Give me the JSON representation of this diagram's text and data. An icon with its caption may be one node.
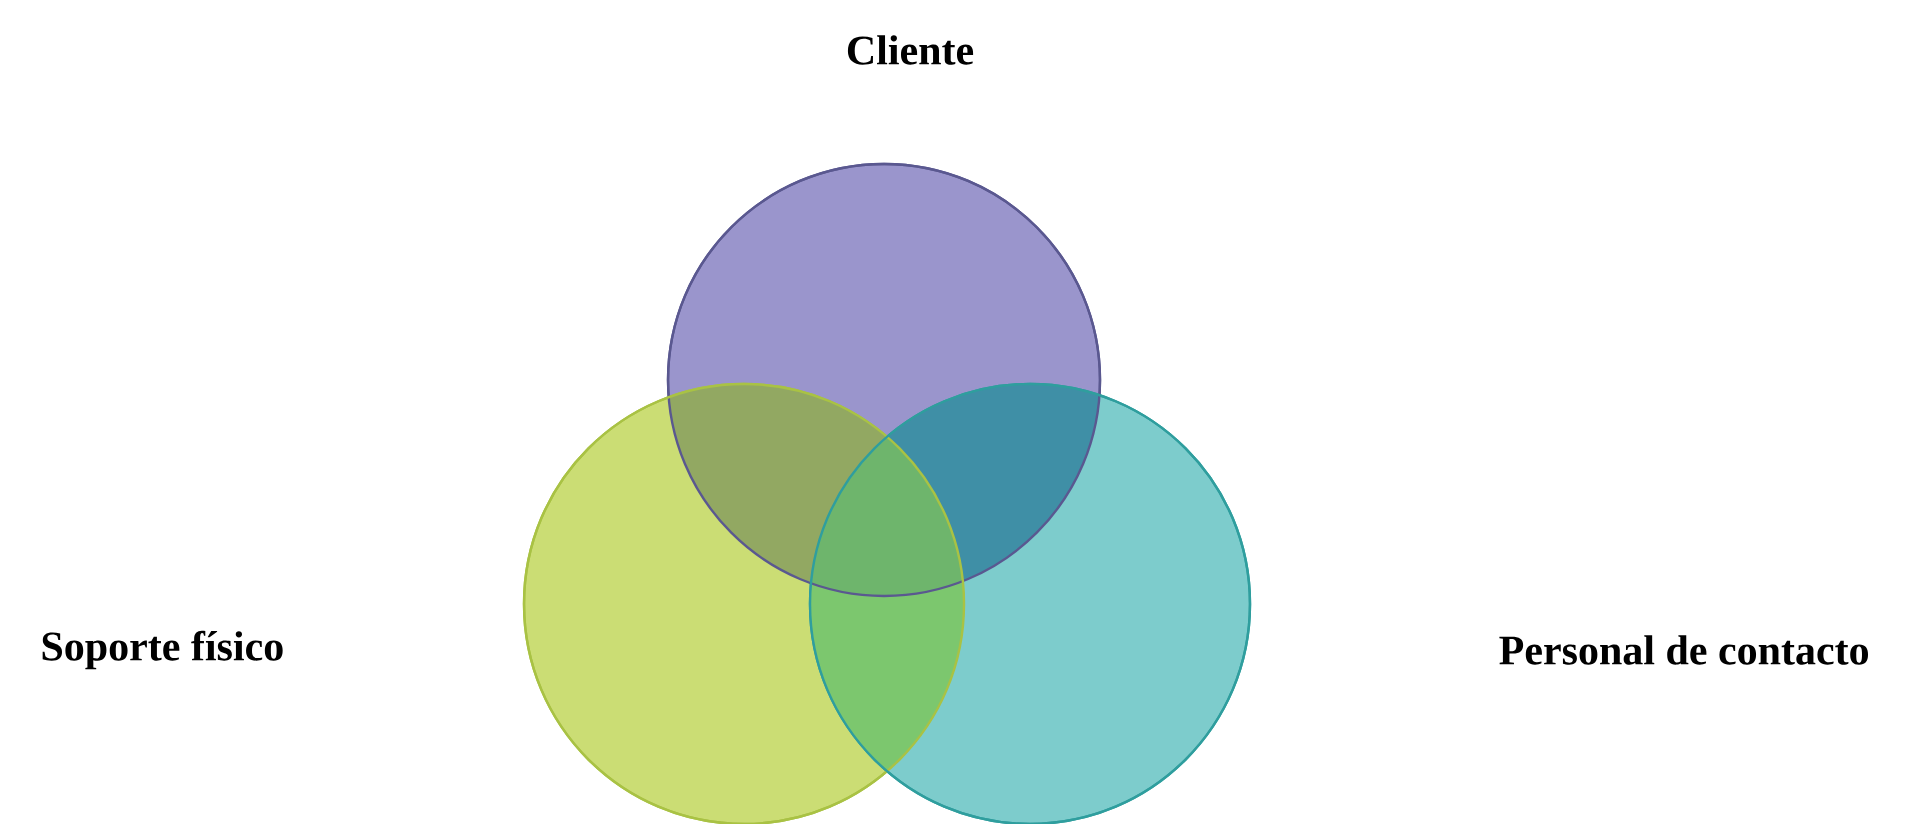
{
  "diagram": {
    "nodes": [
      {
        "text": [],
        "shape": "circle"
      },
      {
        "text": [],
        "shape": "circle"
      },
      {
        "text": [],
        "shape": "circle"
      }
    ],
    "labels": [
      "Cliente",
      "Soporte físico",
      "Personal de contacto"
    ]
  }
}
